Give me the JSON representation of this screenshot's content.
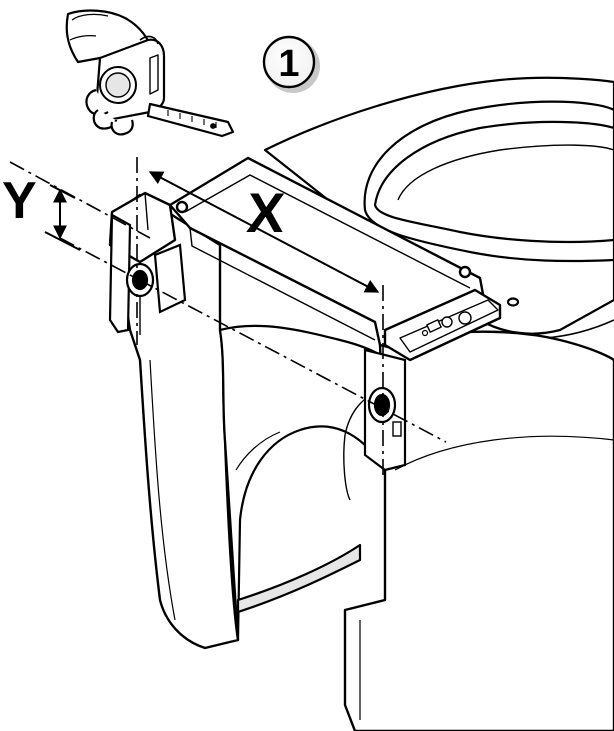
{
  "step": {
    "number": "1"
  },
  "dimensions": {
    "x_label": "X",
    "y_label": "Y"
  },
  "icons": {
    "hand": "hand-holding-tape-icon",
    "tape_measure": "tape-measure-icon"
  },
  "colors": {
    "line": "#000000",
    "ceramic": "#ffffff",
    "shade": "#d9d9d9",
    "badge_shadow": "#9a9a9a"
  }
}
